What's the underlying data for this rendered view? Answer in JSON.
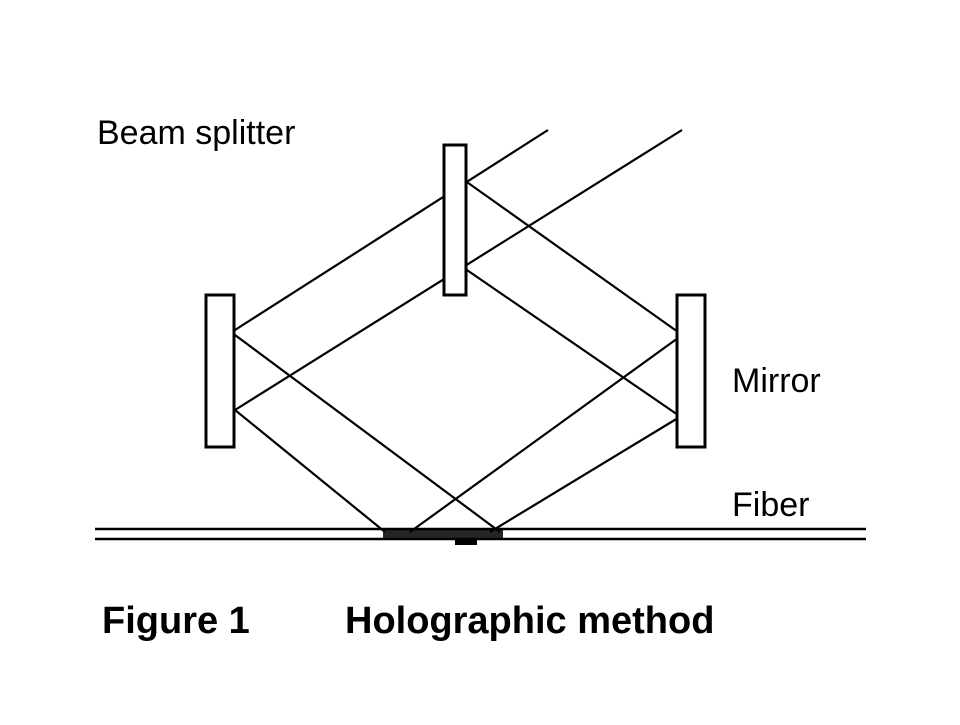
{
  "labels": {
    "beam_splitter": "Beam splitter",
    "mirror": "Mirror",
    "fiber": "Fiber"
  },
  "caption": {
    "figure_number": "Figure 1",
    "title": "Holographic method"
  },
  "colors": {
    "line": "#000000",
    "background": "#ffffff"
  }
}
